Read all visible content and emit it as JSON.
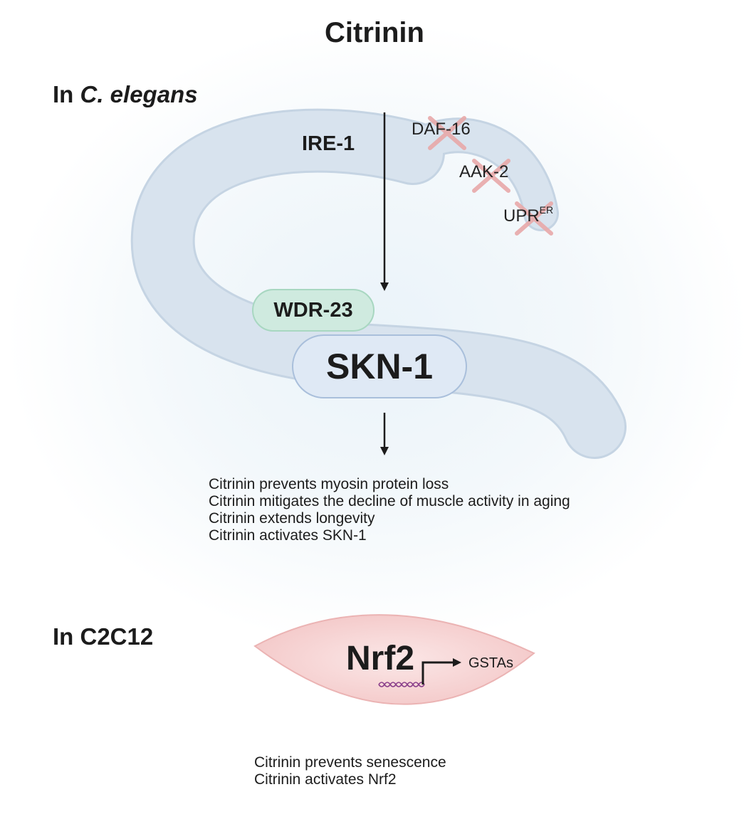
{
  "title": "Citrinin",
  "celegans": {
    "section_prefix": "In ",
    "section_species": "C. elegans",
    "upstream": "IRE-1",
    "not_involved": [
      {
        "name": "DAF-16"
      },
      {
        "name": "AAK-2"
      },
      {
        "name": "UPR",
        "superscript": "ER"
      }
    ],
    "binding_partner": "WDR-23",
    "target": "SKN-1",
    "findings": [
      "Citrinin prevents myosin protein loss",
      "Citrinin mitigates the decline of muscle activity in aging",
      "Citrinin extends longevity",
      "Citrinin activates SKN-1"
    ]
  },
  "c2c12": {
    "section": "In C2C12",
    "factor": "Nrf2",
    "target_genes": "GSTAs",
    "findings": [
      "Citrinin prevents senescence",
      "Citrinin activates Nrf2"
    ]
  },
  "colors": {
    "worm": "#d8e3ee",
    "cross": "#e8a9a9",
    "wdr_fill": "#cfeadf",
    "skn_fill": "#dfe9f5",
    "cell": "#f5cfcf",
    "dna": "#8a3f8a"
  }
}
